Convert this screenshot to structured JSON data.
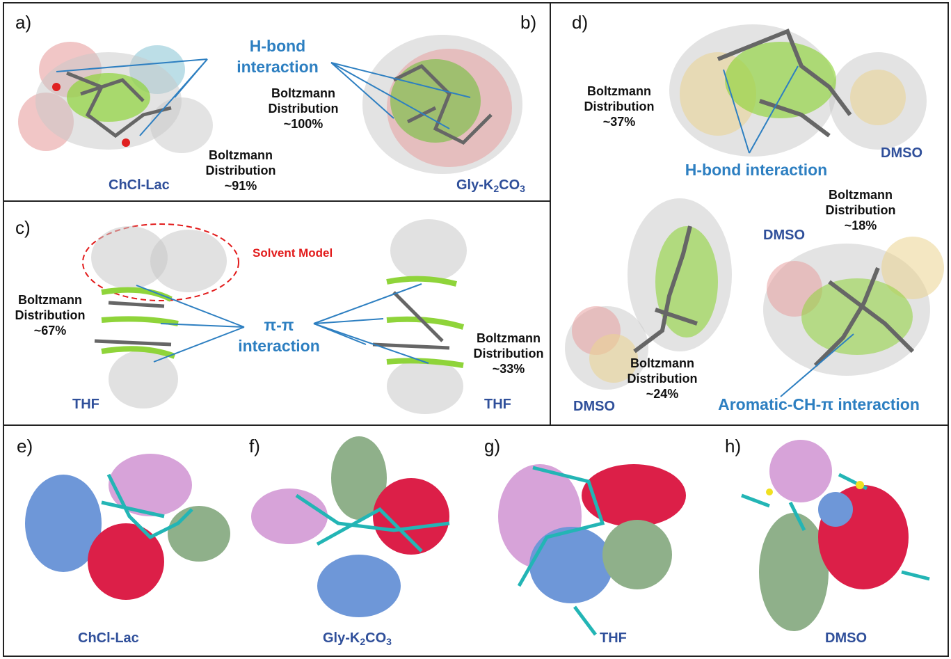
{
  "panels": {
    "a": "a)",
    "b": "b)",
    "c": "c)",
    "d": "d)",
    "e": "e)",
    "f": "f)",
    "g": "g)",
    "h": "h)"
  },
  "hbond": {
    "line1": "H-bond",
    "line2": "interaction"
  },
  "hbond_d": "H-bond interaction",
  "pipi": {
    "line1": "π-π",
    "line2": "interaction"
  },
  "aromatic": "Aromatic-CH-π interaction",
  "solvent_model": "Solvent Model",
  "boltz": {
    "line1": "Boltzmann",
    "line2": "Distribution"
  },
  "pct": {
    "a": "~91%",
    "b": "~100%",
    "c1": "~67%",
    "c2": "~33%",
    "d1": "~37%",
    "d2": "~24%",
    "d3": "~18%"
  },
  "solvents": {
    "chcl": "ChCl-Lac",
    "gly_main": "Gly-K",
    "gly_sub1": "2",
    "gly_mid": "CO",
    "gly_sub2": "3",
    "thf": "THF",
    "dmso": "DMSO"
  },
  "colors": {
    "blue_cluster": "#6e97d8",
    "red_cluster": "#dc1f48",
    "pink_cluster": "#d7a3d9",
    "green_cluster": "#8fb08a",
    "stick_cyan": "#23b5b5",
    "label_blue": "#2d7fc1"
  }
}
